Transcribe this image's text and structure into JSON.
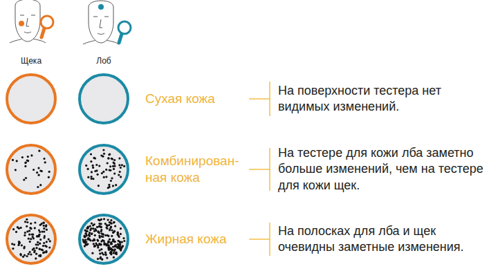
{
  "diagram": {
    "labels": [
      "Щека",
      "Лоб",
      "Сухая кожа",
      "На поверхности тестера нет видимых изменений.",
      "Комбинирован- ная кожа",
      "На тестере для кожи лба заметно больше изменений, чем на тестере для кожи щек.",
      "Жирная кожа",
      "На полосках для лба и щек очевидны заметные изменения."
    ]
  }
}
